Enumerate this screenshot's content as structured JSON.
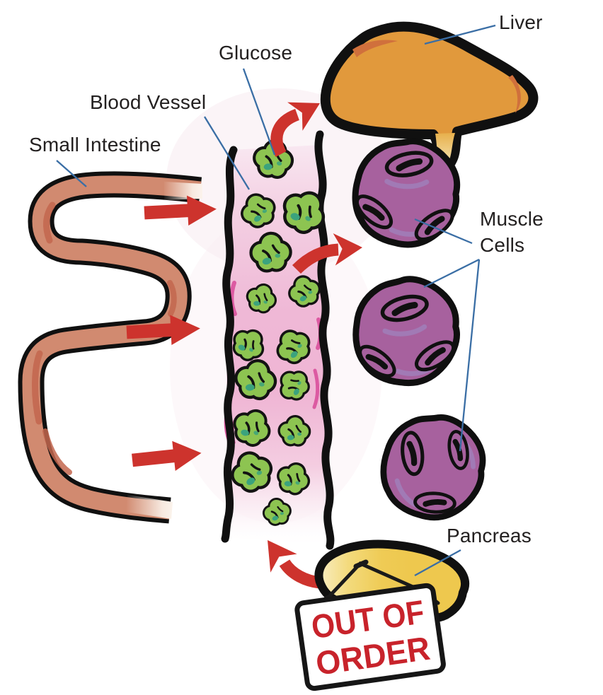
{
  "diagram": {
    "description": "Digestive / glucose pathway diagram with a failed pancreas (diabetes concept)",
    "labels": {
      "liver": "Liver",
      "glucose": "Glucose",
      "blood_vessel": "Blood Vessel",
      "small_intestine": "Small Intestine",
      "muscle_cells": "Muscle\nCells",
      "pancreas": "Pancreas"
    },
    "sign": {
      "line1": "OUT OF",
      "line2": "ORDER"
    },
    "icons": {
      "straight-arrow-icon": "red arrow from intestine into blood vessel (x3)",
      "curved-arrow-liver-icon": "red curved arrow from blood vessel to liver",
      "curved-arrow-muscle-icon": "red curved arrow from blood vessel toward muscle cells",
      "curved-arrow-pancreas-icon": "red curved arrow from pancreas toward blood vessel"
    },
    "colors": {
      "label_text": "#232020",
      "leader_line_blue": "#3A6EA5",
      "arrow_red": "#CD332D",
      "sign_text_red": "#C8232B",
      "sign_background": "#FFFFFF",
      "outline_black": "#101010",
      "liver_orange": "#E1993C",
      "liver_accent": "#D0703C",
      "intestine_salmon": "#D18A70",
      "intestine_accent": "#C3664E",
      "vessel_pink": "#EFB8D6",
      "vessel_streak_magenta": "#DC5AA2",
      "glucose_green": "#8DC451",
      "glucose_teal_accent": "#3BA37D",
      "muscle_purple": "#A7619E",
      "muscle_accent_periwinkle": "#9C8FC8",
      "pancreas_yellow": "#EFCB55",
      "pancreas_pale": "#FAF0CC"
    }
  }
}
